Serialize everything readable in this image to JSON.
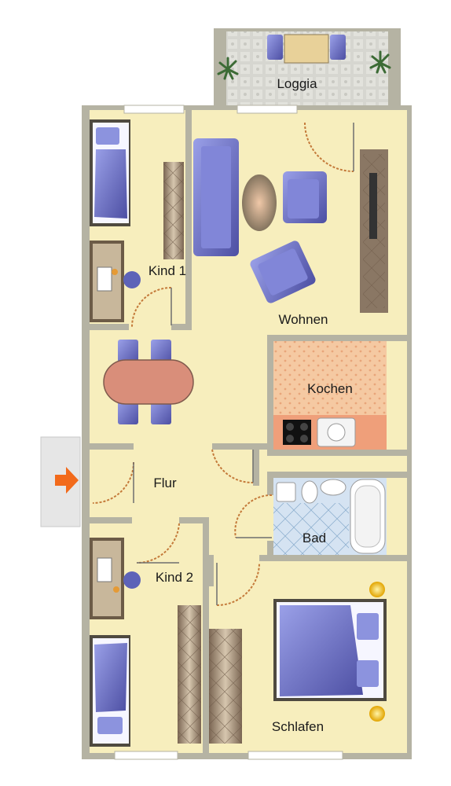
{
  "rooms": {
    "loggia": "Loggia",
    "kind1": "Kind 1",
    "wohnen": "Wohnen",
    "kochen": "Kochen",
    "flur": "Flur",
    "bad": "Bad",
    "kind2": "Kind 2",
    "schlafen": "Schlafen"
  },
  "colors": {
    "wall": "#b5b3a3",
    "floor": "#f7eebd",
    "loggia_floor": "#d9d9d2",
    "kitchen_floor": "#f5c9a2",
    "bath_floor": "#d5e3f2",
    "furniture_blue": "#6f72c9",
    "table": "#d98e7a",
    "door_arc": "#c47a3a",
    "entrance_arrow": "#f26a1b",
    "wardrobe": "#8a7764"
  },
  "icons": {
    "entrance": "entrance-arrow-icon",
    "plants": "plant-icon",
    "lamps": "lamp-icon"
  }
}
